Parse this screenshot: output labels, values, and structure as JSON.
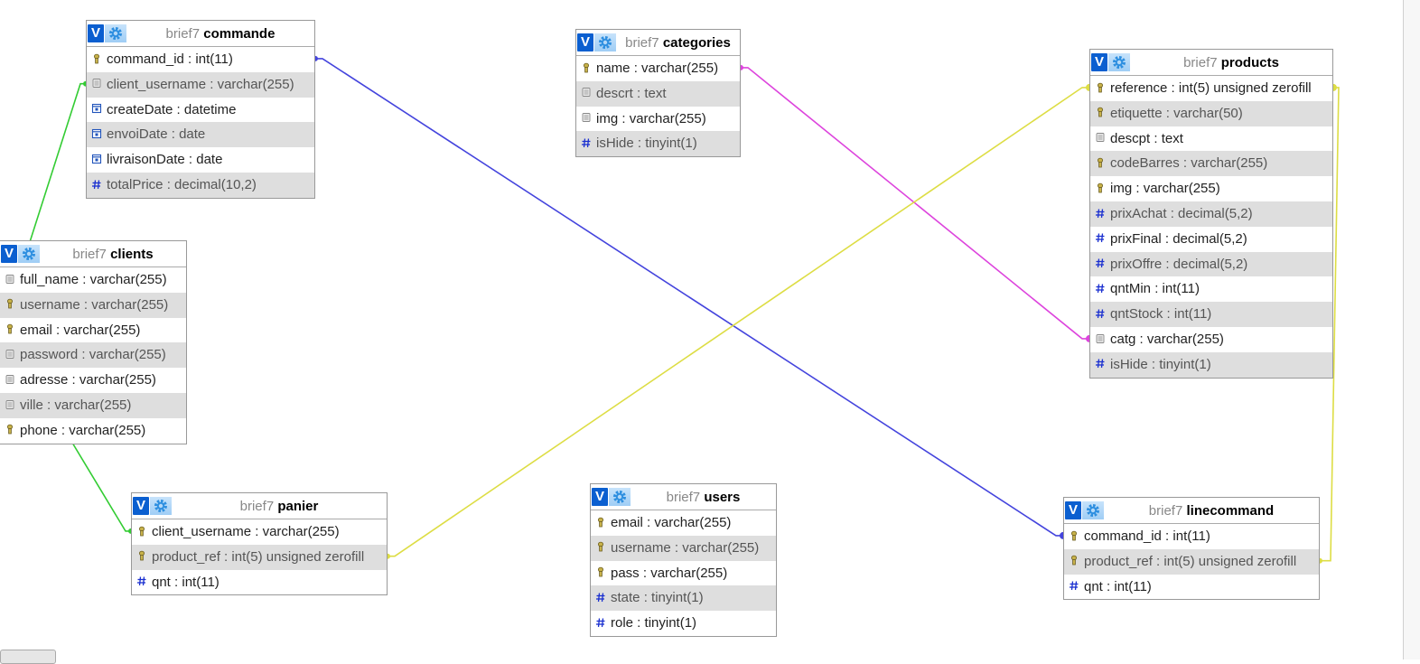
{
  "db": "brief7",
  "tables": [
    {
      "id": "commande",
      "name": "commande",
      "columns": [
        {
          "name": "command_id",
          "type": "int(11)",
          "icon": "key"
        },
        {
          "name": "client_username",
          "type": "varchar(255)",
          "icon": "text"
        },
        {
          "name": "createDate",
          "type": "datetime",
          "icon": "date"
        },
        {
          "name": "envoiDate",
          "type": "date",
          "icon": "date"
        },
        {
          "name": "livraisonDate",
          "type": "date",
          "icon": "date"
        },
        {
          "name": "totalPrice",
          "type": "decimal(10,2)",
          "icon": "num"
        }
      ]
    },
    {
      "id": "categories",
      "name": "categories",
      "columns": [
        {
          "name": "name",
          "type": "varchar(255)",
          "icon": "key"
        },
        {
          "name": "descrt",
          "type": "text",
          "icon": "text"
        },
        {
          "name": "img",
          "type": "varchar(255)",
          "icon": "text"
        },
        {
          "name": "isHide",
          "type": "tinyint(1)",
          "icon": "num"
        }
      ]
    },
    {
      "id": "products",
      "name": "products",
      "columns": [
        {
          "name": "reference",
          "type": "int(5) unsigned zerofill",
          "icon": "key"
        },
        {
          "name": "etiquette",
          "type": "varchar(50)",
          "icon": "key"
        },
        {
          "name": "descpt",
          "type": "text",
          "icon": "text"
        },
        {
          "name": "codeBarres",
          "type": "varchar(255)",
          "icon": "key"
        },
        {
          "name": "img",
          "type": "varchar(255)",
          "icon": "key"
        },
        {
          "name": "prixAchat",
          "type": "decimal(5,2)",
          "icon": "num"
        },
        {
          "name": "prixFinal",
          "type": "decimal(5,2)",
          "icon": "num"
        },
        {
          "name": "prixOffre",
          "type": "decimal(5,2)",
          "icon": "num"
        },
        {
          "name": "qntMin",
          "type": "int(11)",
          "icon": "num"
        },
        {
          "name": "qntStock",
          "type": "int(11)",
          "icon": "num"
        },
        {
          "name": "catg",
          "type": "varchar(255)",
          "icon": "text"
        },
        {
          "name": "isHide",
          "type": "tinyint(1)",
          "icon": "num"
        }
      ]
    },
    {
      "id": "clients",
      "name": "clients",
      "columns": [
        {
          "name": "full_name",
          "type": "varchar(255)",
          "icon": "text"
        },
        {
          "name": "username",
          "type": "varchar(255)",
          "icon": "key"
        },
        {
          "name": "email",
          "type": "varchar(255)",
          "icon": "key"
        },
        {
          "name": "password",
          "type": "varchar(255)",
          "icon": "text"
        },
        {
          "name": "adresse",
          "type": "varchar(255)",
          "icon": "text"
        },
        {
          "name": "ville",
          "type": "varchar(255)",
          "icon": "text"
        },
        {
          "name": "phone",
          "type": "varchar(255)",
          "icon": "key"
        }
      ]
    },
    {
      "id": "panier",
      "name": "panier",
      "columns": [
        {
          "name": "client_username",
          "type": "varchar(255)",
          "icon": "key"
        },
        {
          "name": "product_ref",
          "type": "int(5) unsigned zerofill",
          "icon": "key"
        },
        {
          "name": "qnt",
          "type": "int(11)",
          "icon": "num"
        }
      ]
    },
    {
      "id": "users",
      "name": "users",
      "columns": [
        {
          "name": "email",
          "type": "varchar(255)",
          "icon": "key"
        },
        {
          "name": "username",
          "type": "varchar(255)",
          "icon": "key"
        },
        {
          "name": "pass",
          "type": "varchar(255)",
          "icon": "key"
        },
        {
          "name": "state",
          "type": "tinyint(1)",
          "icon": "num"
        },
        {
          "name": "role",
          "type": "tinyint(1)",
          "icon": "num"
        }
      ]
    },
    {
      "id": "linecommand",
      "name": "linecommand",
      "columns": [
        {
          "name": "command_id",
          "type": "int(11)",
          "icon": "key"
        },
        {
          "name": "product_ref",
          "type": "int(5) unsigned zerofill",
          "icon": "key"
        },
        {
          "name": "qnt",
          "type": "int(11)",
          "icon": "num"
        }
      ]
    }
  ],
  "relations": [
    {
      "from": "commande.client_username",
      "to": "clients.username",
      "color": "#33cc33"
    },
    {
      "from": "panier.client_username",
      "to": "clients.username",
      "color": "#33cc33"
    },
    {
      "from": "commande.command_id",
      "to": "linecommand.command_id",
      "color": "#4444dd"
    },
    {
      "from": "categories.name",
      "to": "products.catg",
      "color": "#dd44dd"
    },
    {
      "from": "panier.product_ref",
      "to": "products.reference",
      "color": "#dddd44"
    },
    {
      "from": "linecommand.product_ref",
      "to": "products.reference",
      "color": "#dddd44"
    }
  ],
  "ui": {
    "toggle_label": "V"
  }
}
